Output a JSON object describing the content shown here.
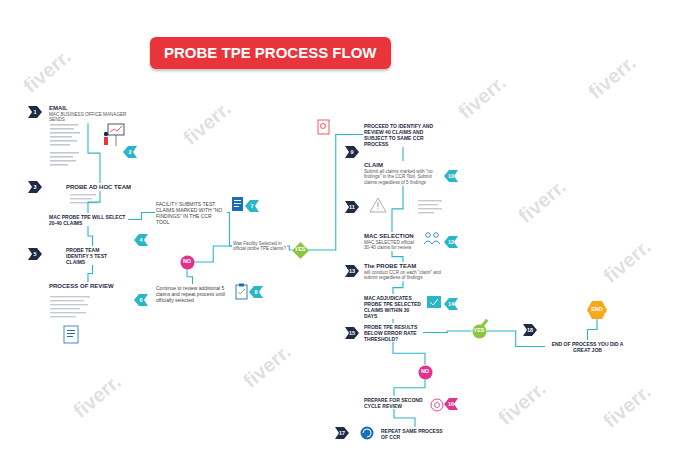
{
  "diagram": {
    "title": "PROBE TPE PROCESS FLOW",
    "nodes": [
      {
        "text": [
          "EMAIL",
          "MAC BUSINESS OFFICE MANAGER SENDS"
        ]
      },
      {
        "text": [
          "PROBE AD HOC TEAM"
        ]
      },
      {
        "text": [
          "MAC PROBE TPE WILL SELECT 20-40 CLAIMS"
        ]
      },
      {
        "text": [
          "PROBE TEAM IDENTIFY 5 TEST CLAIMS"
        ]
      },
      {
        "text": [
          "PROCESS OF REVIEW"
        ]
      },
      {
        "text": [
          "FACILITY SUBMITS TEST CLAIMS MARKED WITH \"NO FINDINGS\" IN THE CCR TOOL"
        ]
      },
      {
        "text": [
          "Was Facility Selected in official probe TPE claims?"
        ]
      },
      {
        "text": [
          "NO"
        ]
      },
      {
        "text": [
          "Continue to review additional 5 claims and repeat process until officially selected"
        ]
      },
      {
        "text": [
          "YES"
        ]
      },
      {
        "text": [
          "PROCEED TO IDENTIFY AND REVIEW 40 CLAIMS AND SUBJECT TO SAME CCR PROCESS"
        ]
      },
      {
        "text": [
          "CLAIM",
          "Submit all claims marked with \"no findings\" in the CCR Tool. Submit claims regardless of 5 findings"
        ]
      },
      {
        "text": [
          "MAC SELECTION",
          "MAC SELECTED official 30-40 claims for review"
        ]
      },
      {
        "text": [
          "The PROBE TEAM",
          "will conduct CCR on each \"claim\" and submit regardless of findings"
        ]
      },
      {
        "text": [
          "MAC ADJUDICATES PROBE TPE SELECTED CLAIMS WITHIN 30 DAYS"
        ]
      },
      {
        "text": [
          "PROBE TPE RESULTS BELOW ERROR RATE THRESHOLD?"
        ]
      },
      {
        "text": [
          "YES"
        ]
      },
      {
        "text": [
          "END OF PROCESS YOU DID A GREAT JOB"
        ]
      },
      {
        "text": [
          "END"
        ]
      },
      {
        "text": [
          "NO"
        ]
      },
      {
        "text": [
          "PREPARE FOR SECOND CYCLE REVIEW"
        ]
      },
      {
        "text": [
          "REPEAT SAME PROCESS OF CCR"
        ]
      }
    ],
    "edges": [
      {
        "from": 0,
        "to": 1,
        "arrow": "none"
      },
      {
        "from": 1,
        "to": 2,
        "arrow": "none"
      },
      {
        "from": 2,
        "to": 3,
        "arrow": "none"
      },
      {
        "from": 3,
        "to": 4,
        "arrow": "none"
      },
      {
        "from": 2,
        "to": 5,
        "arrow": "none"
      },
      {
        "from": 5,
        "to": 6,
        "arrow": "none"
      },
      {
        "from": 6,
        "to": 7,
        "arrow": "none"
      },
      {
        "from": 7,
        "to": 8,
        "arrow": "none"
      },
      {
        "from": 6,
        "to": 9,
        "arrow": "none"
      },
      {
        "from": 9,
        "to": 10,
        "arrow": "none"
      },
      {
        "from": 10,
        "to": 11,
        "arrow": "none"
      },
      {
        "from": 11,
        "to": 12,
        "arrow": "none"
      },
      {
        "from": 12,
        "to": 13,
        "arrow": "none"
      },
      {
        "from": 13,
        "to": 14,
        "arrow": "none"
      },
      {
        "from": 14,
        "to": 15,
        "arrow": "none"
      },
      {
        "from": 15,
        "to": 16,
        "arrow": "none"
      },
      {
        "from": 16,
        "to": 17,
        "arrow": "none"
      },
      {
        "from": 17,
        "to": 18,
        "arrow": "none"
      },
      {
        "from": 15,
        "to": 19,
        "arrow": "none"
      },
      {
        "from": 19,
        "to": 20,
        "arrow": "none"
      },
      {
        "from": 20,
        "to": 21,
        "arrow": "none"
      }
    ],
    "labels": [
      "fiverr.",
      "fiverr.",
      "fiverr.",
      "fiverr.",
      "fiverr.",
      "fiverr.",
      "fiverr.",
      "fiverr.",
      "fiverr.",
      "fiverr.",
      "1",
      "2",
      "3",
      "4",
      "5",
      "6",
      "7",
      "8",
      "9",
      "10",
      "11",
      "12",
      "13",
      "14",
      "15",
      "16",
      "17",
      "18"
    ]
  }
}
